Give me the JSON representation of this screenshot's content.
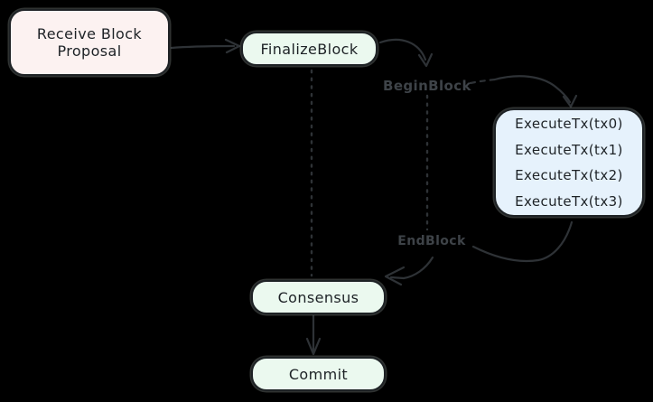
{
  "nodes": {
    "receive": {
      "lines": [
        "Receive Block",
        "Proposal"
      ]
    },
    "finalize": {
      "label": "FinalizeBlock"
    },
    "execute": {
      "lines": [
        "ExecuteTx(tx0)",
        "ExecuteTx(tx1)",
        "ExecuteTx(tx2)",
        "ExecuteTx(tx3)"
      ]
    },
    "consensus": {
      "label": "Consensus"
    },
    "commit": {
      "label": "Commit"
    }
  },
  "labels": {
    "begin_block": "BeginBlock",
    "end_block": "EndBlock"
  },
  "colors": {
    "background": "#000000",
    "fill_pink": "#fcf2f1",
    "fill_green": "#ebf9ef",
    "fill_blue": "#e6f2fc",
    "node_border": "#1e2225",
    "node_text": "#1d2226",
    "connector": "#2e3236",
    "phase_label": "#3e4348"
  }
}
